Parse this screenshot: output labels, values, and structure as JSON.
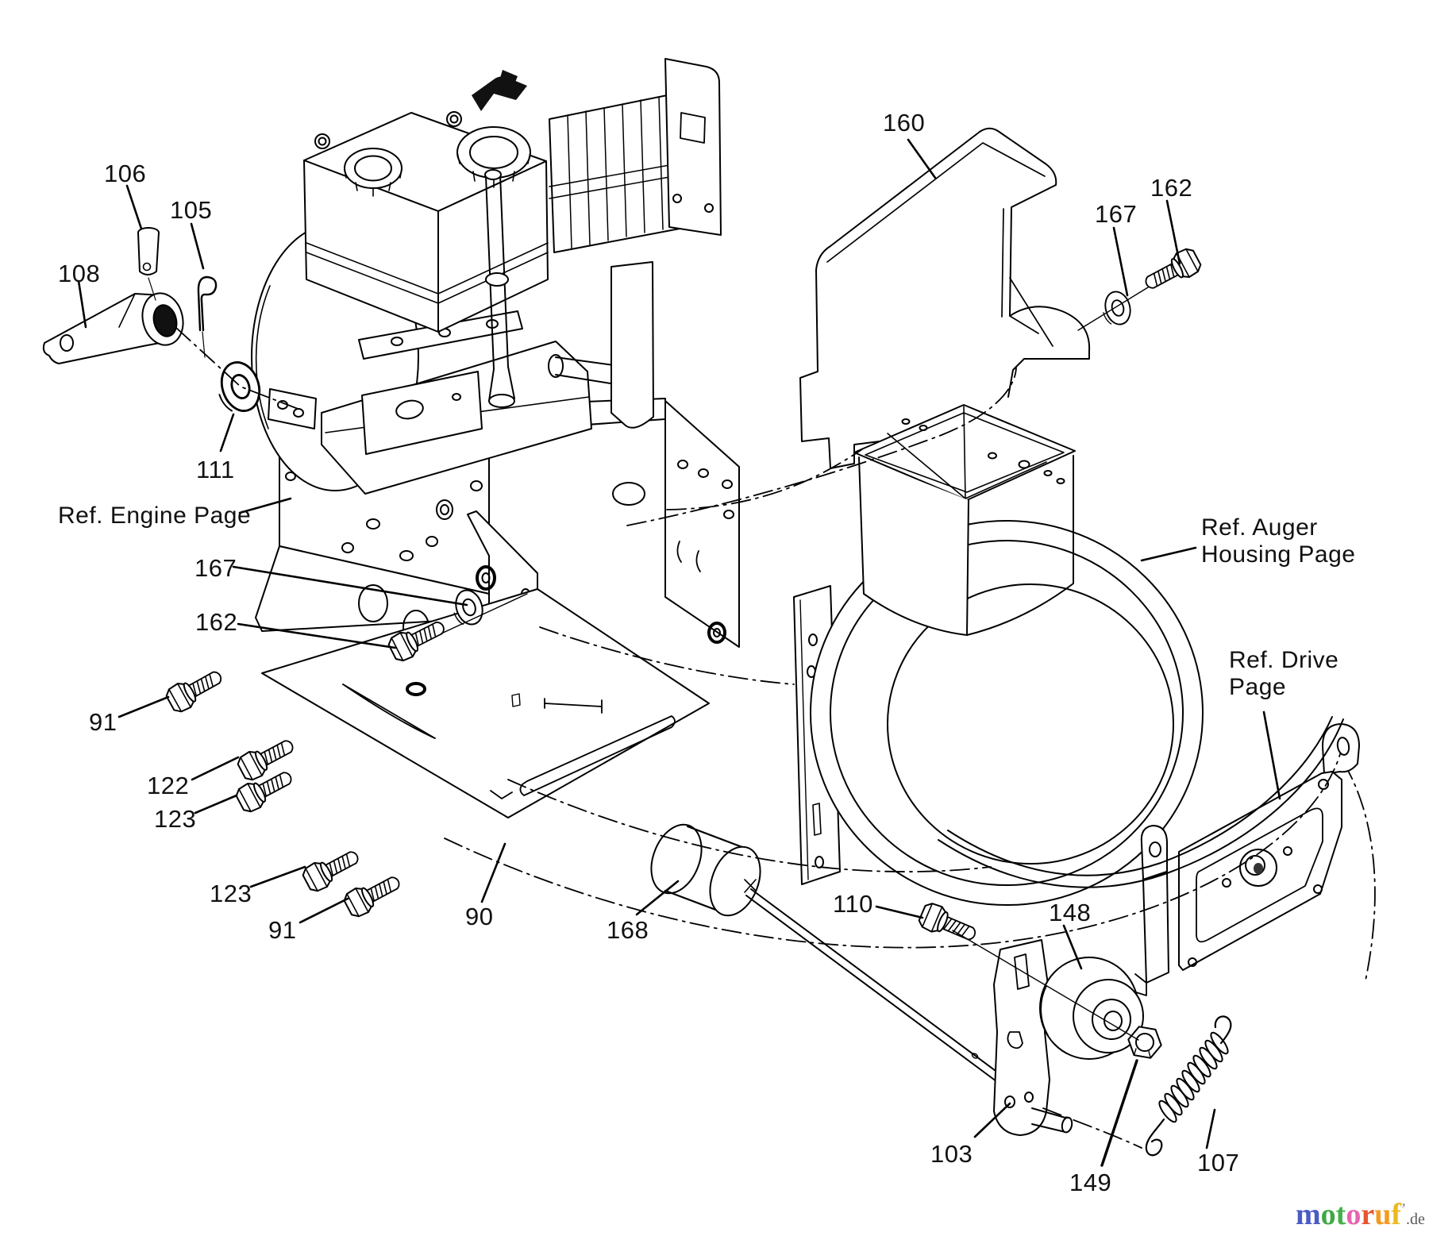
{
  "figure": {
    "type": "exploded-parts-diagram",
    "line_color": "#000000",
    "background_color": "#ffffff"
  },
  "callouts": [
    {
      "id": "106",
      "text": "106"
    },
    {
      "id": "105",
      "text": "105"
    },
    {
      "id": "108",
      "text": "108"
    },
    {
      "id": "111",
      "text": "111"
    },
    {
      "id": "167-left",
      "text": "167"
    },
    {
      "id": "162-left",
      "text": "162"
    },
    {
      "id": "91-top",
      "text": "91"
    },
    {
      "id": "122",
      "text": "122"
    },
    {
      "id": "123-top",
      "text": "123"
    },
    {
      "id": "123-bottom",
      "text": "123"
    },
    {
      "id": "91-bottom",
      "text": "91"
    },
    {
      "id": "90",
      "text": "90"
    },
    {
      "id": "168",
      "text": "168"
    },
    {
      "id": "110",
      "text": "110"
    },
    {
      "id": "148",
      "text": "148"
    },
    {
      "id": "160",
      "text": "160"
    },
    {
      "id": "167-right",
      "text": "167"
    },
    {
      "id": "162-right",
      "text": "162"
    },
    {
      "id": "103",
      "text": "103"
    },
    {
      "id": "149",
      "text": "149"
    },
    {
      "id": "107",
      "text": "107"
    }
  ],
  "ref_labels": {
    "engine": "Ref. Engine Page",
    "auger_line1": "Ref. Auger",
    "auger_line2": "Housing Page",
    "drive_line1": "Ref. Drive",
    "drive_line2": "Page"
  },
  "branding": {
    "letters": [
      {
        "ch": "m",
        "color": "#4a5bc4"
      },
      {
        "ch": "o",
        "color": "#3fa845"
      },
      {
        "ch": "t",
        "color": "#43b04a"
      },
      {
        "ch": "o",
        "color": "#e863ae"
      },
      {
        "ch": "r",
        "color": "#e8542e"
      },
      {
        "ch": "u",
        "color": "#f59a1f"
      },
      {
        "ch": "f",
        "color": "#edb920"
      }
    ],
    "mark": "’",
    "mark_color": "#9a9a9a",
    "suffix": ".de",
    "suffix_color": "#5a5a5a"
  }
}
